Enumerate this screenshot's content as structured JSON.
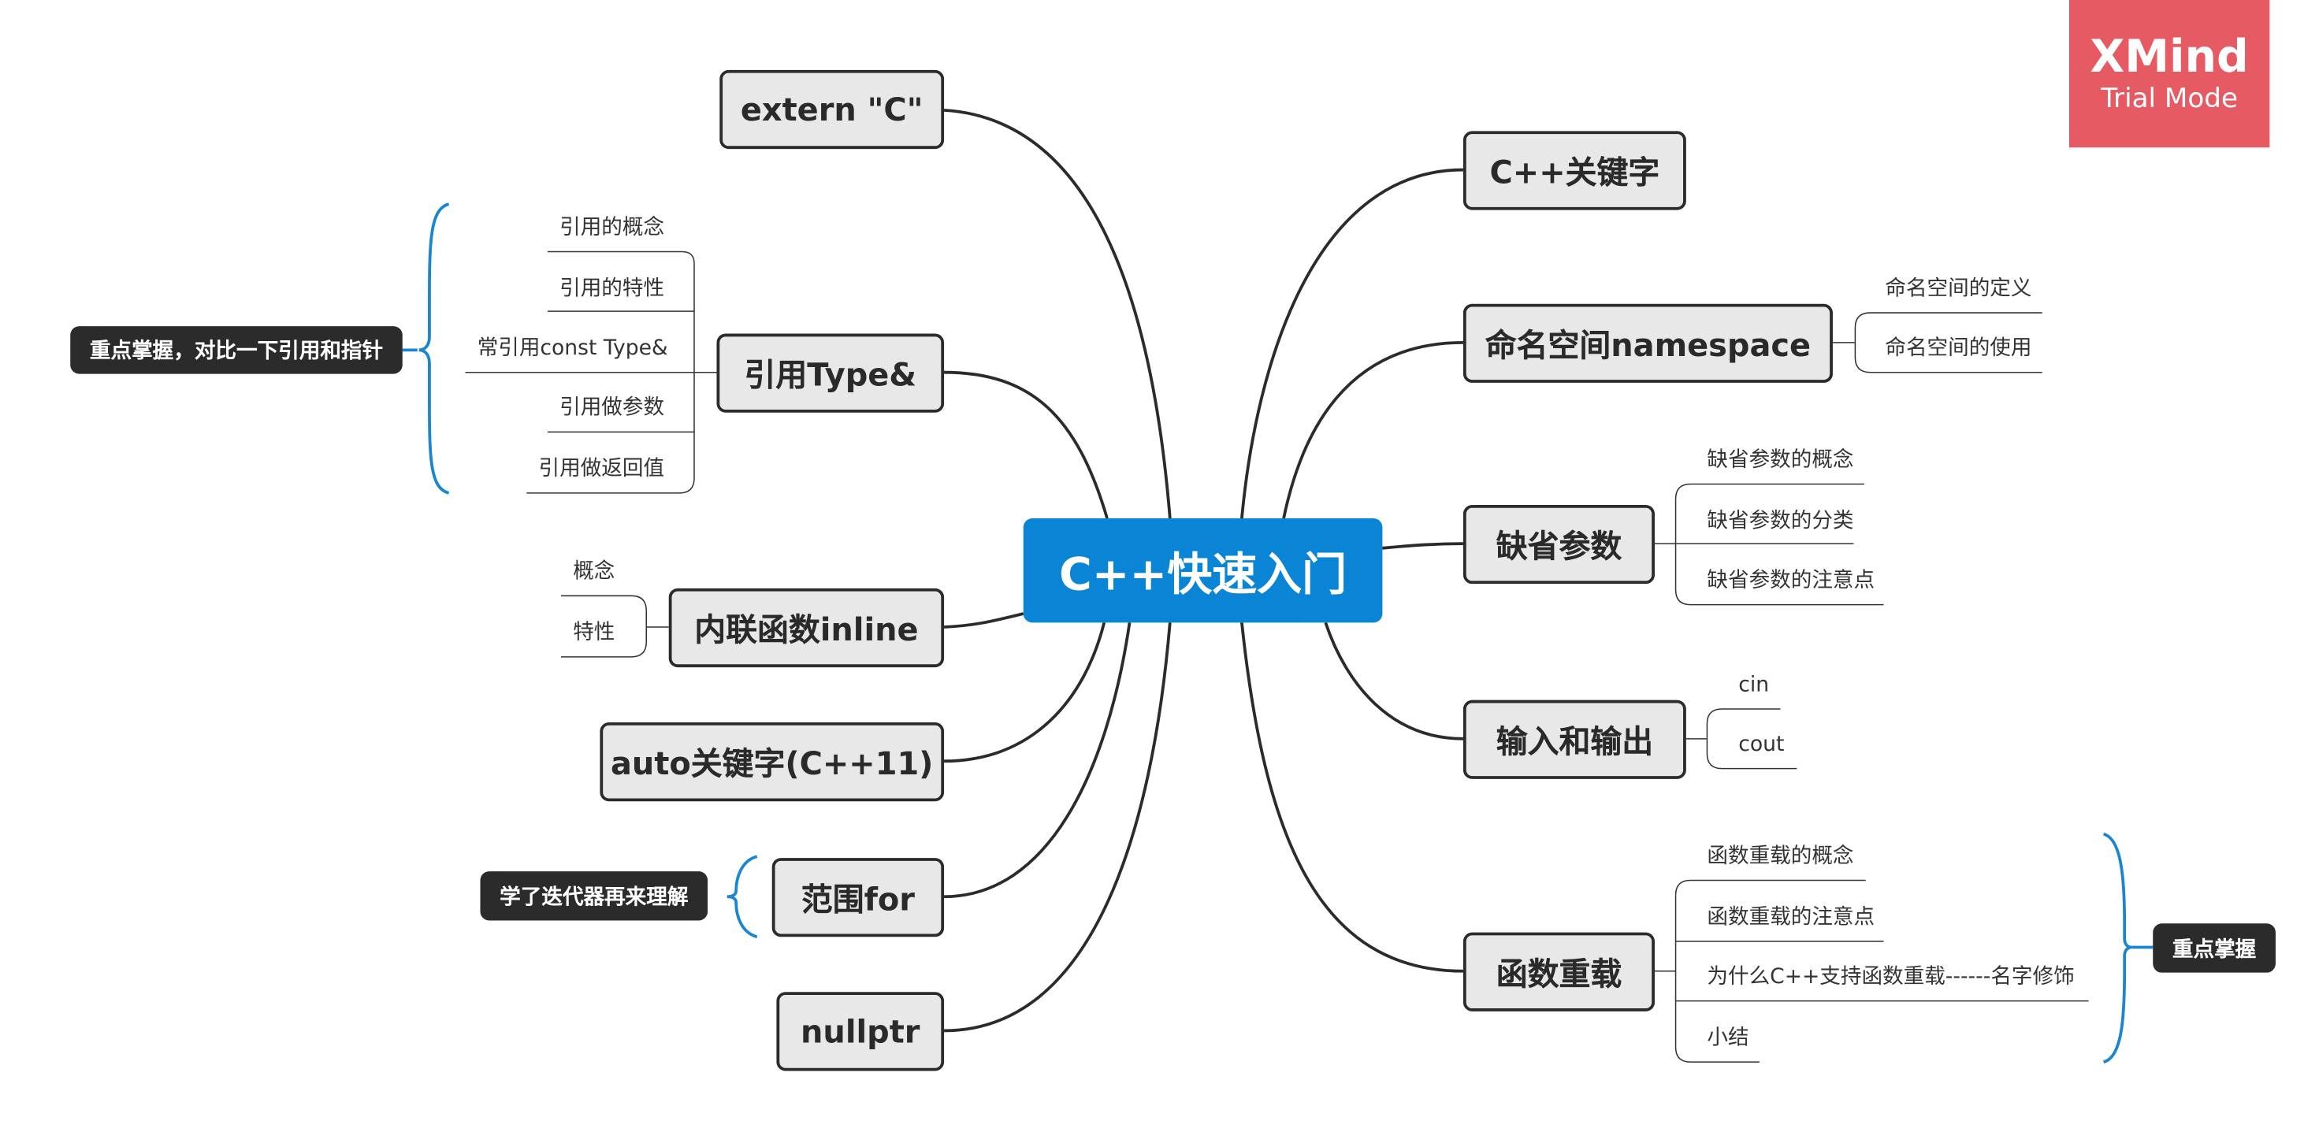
{
  "colors": {
    "central_fill": "#0a84d4",
    "topic_fill": "#e8e8e8",
    "topic_border": "#2b2b2b",
    "line": "#2b2b2b",
    "brace": "#1a86d2",
    "note_fill": "#2b2b2b",
    "watermark_fill": "#e55a63"
  },
  "watermark": {
    "title": "XMind",
    "subtitle": "Trial Mode"
  },
  "central": {
    "label": "C++快速入门"
  },
  "topics": [
    {
      "id": "extern-c",
      "label": "extern \"C\"",
      "subtopics": []
    },
    {
      "id": "reference",
      "label": "引用Type&",
      "subtopics": [
        "引用的概念",
        "引用的特性",
        "常引用const Type&",
        "引用做参数",
        "引用做返回值"
      ]
    },
    {
      "id": "inline",
      "label": "内联函数inline",
      "subtopics": [
        "概念",
        "特性"
      ]
    },
    {
      "id": "auto",
      "label": "auto关键字(C++11)",
      "subtopics": []
    },
    {
      "id": "range-for",
      "label": "范围for",
      "subtopics": []
    },
    {
      "id": "nullptr",
      "label": "nullptr",
      "subtopics": []
    },
    {
      "id": "keywords",
      "label": "C++关键字",
      "subtopics": []
    },
    {
      "id": "namespace",
      "label": "命名空间namespace",
      "subtopics": [
        "命名空间的定义",
        "命名空间的使用"
      ]
    },
    {
      "id": "default-params",
      "label": "缺省参数",
      "subtopics": [
        "缺省参数的概念",
        "缺省参数的分类",
        "缺省参数的注意点"
      ]
    },
    {
      "id": "io",
      "label": "输入和输出",
      "subtopics": [
        "cin",
        "cout"
      ]
    },
    {
      "id": "overload",
      "label": "函数重载",
      "subtopics": [
        "函数重载的概念",
        "函数重载的注意点",
        "为什么C++支持函数重载------名字修饰",
        "小结"
      ]
    }
  ],
  "summaries": [
    {
      "id": "reference-summary",
      "label": "重点掌握，对比一下引用和指针"
    },
    {
      "id": "range-for-summary",
      "label": "学了迭代器再来理解"
    },
    {
      "id": "overload-summary",
      "label": "重点掌握"
    }
  ]
}
